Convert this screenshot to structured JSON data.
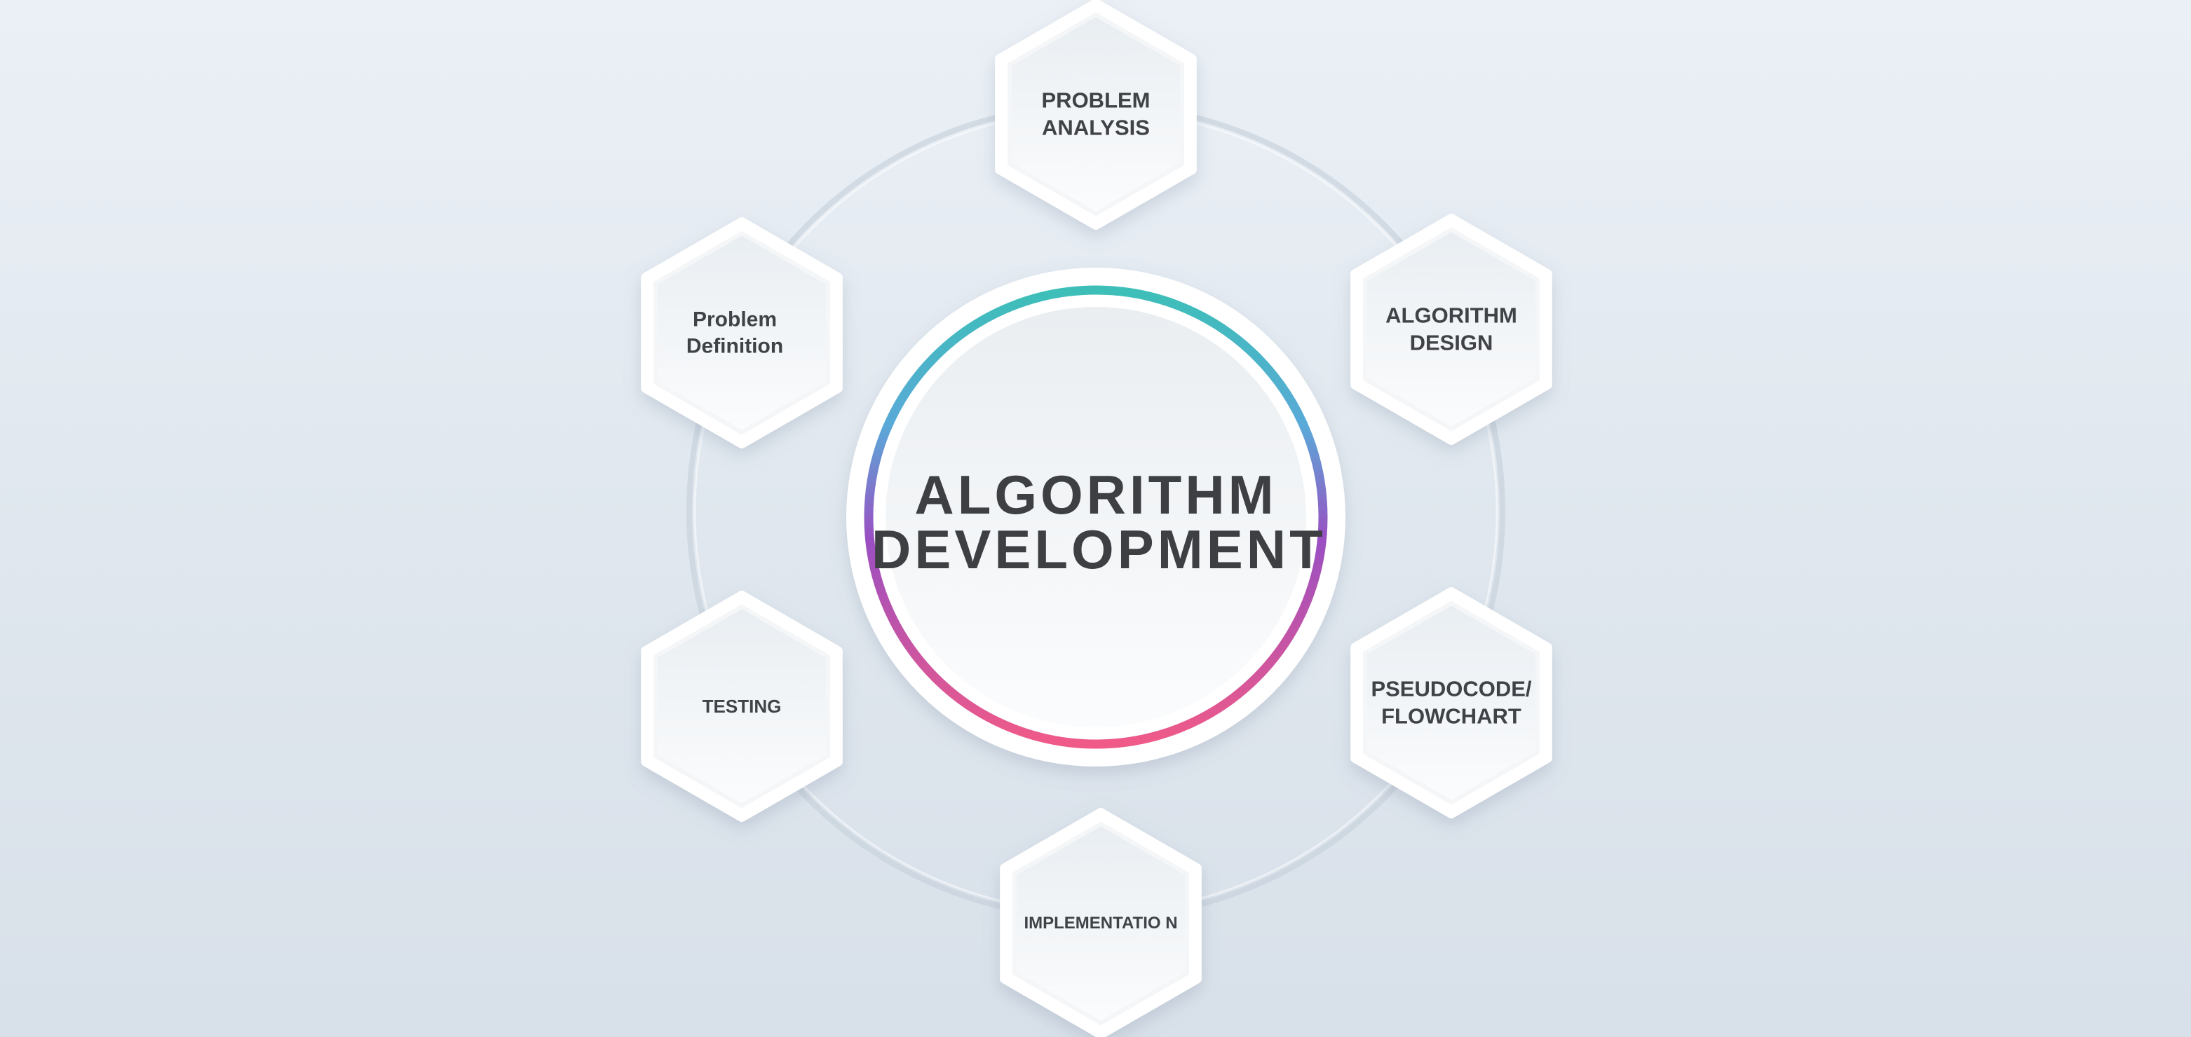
{
  "diagram": {
    "center": {
      "line1": "ALGORITHM",
      "line2": "DEVELOPMENT"
    },
    "colors": {
      "ring_top": "#3dbfb8",
      "ring_mid": "#9a4fc2",
      "ring_bottom": "#f05a88",
      "text": "#3f4246",
      "hex_fill": "#f2f5f8",
      "orbit": "#c9d3dd"
    },
    "nodes": [
      {
        "label": "PROBLEM\nANALYSIS",
        "name": "problem-analysis"
      },
      {
        "label": "ALGORITHM\nDESIGN",
        "name": "algorithm-design"
      },
      {
        "label": "PSEUDOCODE/\nFLOWCHART",
        "name": "pseudocode-flowchart"
      },
      {
        "label": "IMPLEMENTATIO N",
        "name": "implementation"
      },
      {
        "label": "TESTING",
        "name": "testing"
      },
      {
        "label": "Problem\nDefinition",
        "name": "problem-definition"
      }
    ]
  }
}
